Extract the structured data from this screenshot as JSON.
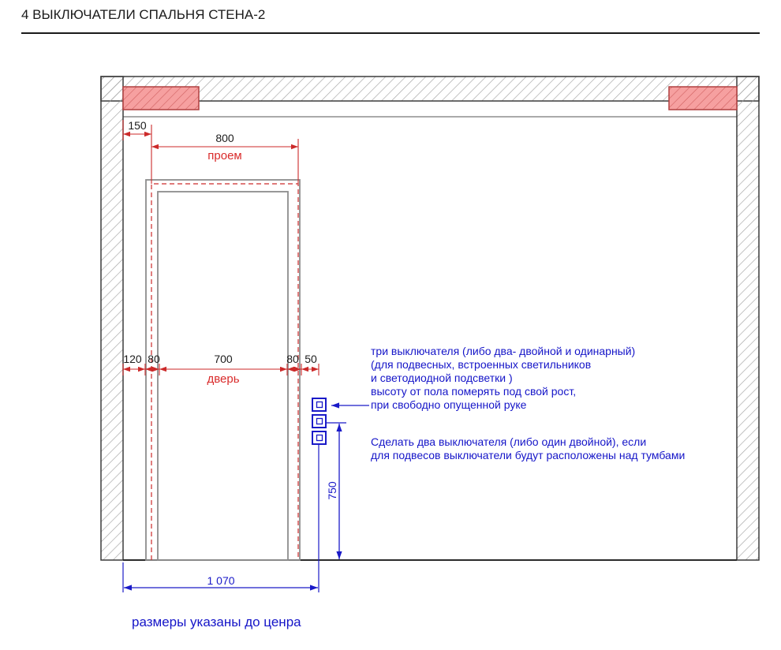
{
  "title": "4 ВЫКЛЮЧАТЕЛИ СПАЛЬНЯ СТЕНА-2",
  "colors": {
    "dimension_red": "#cc2a2a",
    "label_red": "#d92b2b",
    "annotation_blue": "#1515c8",
    "pink_fill": "#f6a0a0",
    "wall_hatch_gray": "#a3a3a3",
    "door_gray": "#8d8d8d"
  },
  "dimensions": {
    "wall_to_opening": "150",
    "opening_width": "800",
    "opening_label": "проем",
    "wall_to_frame": "120",
    "frame_left": "80",
    "door_width": "700",
    "door_label": "дверь",
    "frame_right": "80",
    "frame_to_switch": "50",
    "switch_height": "750",
    "wall_to_switch": "1 070"
  },
  "annotations": {
    "switch_note_lines": [
      "три выключателя (либо два- двойной и одинарный)",
      "(для подвесных, встроенных светильников",
      "и светодиодной подсветки )",
      "высоту от пола померять под свой рост,",
      "при свободно опущенной руке"
    ],
    "alt_note_lines": [
      "Сделать два выключателя  (либо один двойной), если",
      "для подвесов выключатели будут расположены над тумбами"
    ],
    "footer_note": "размеры указаны до ценра"
  }
}
